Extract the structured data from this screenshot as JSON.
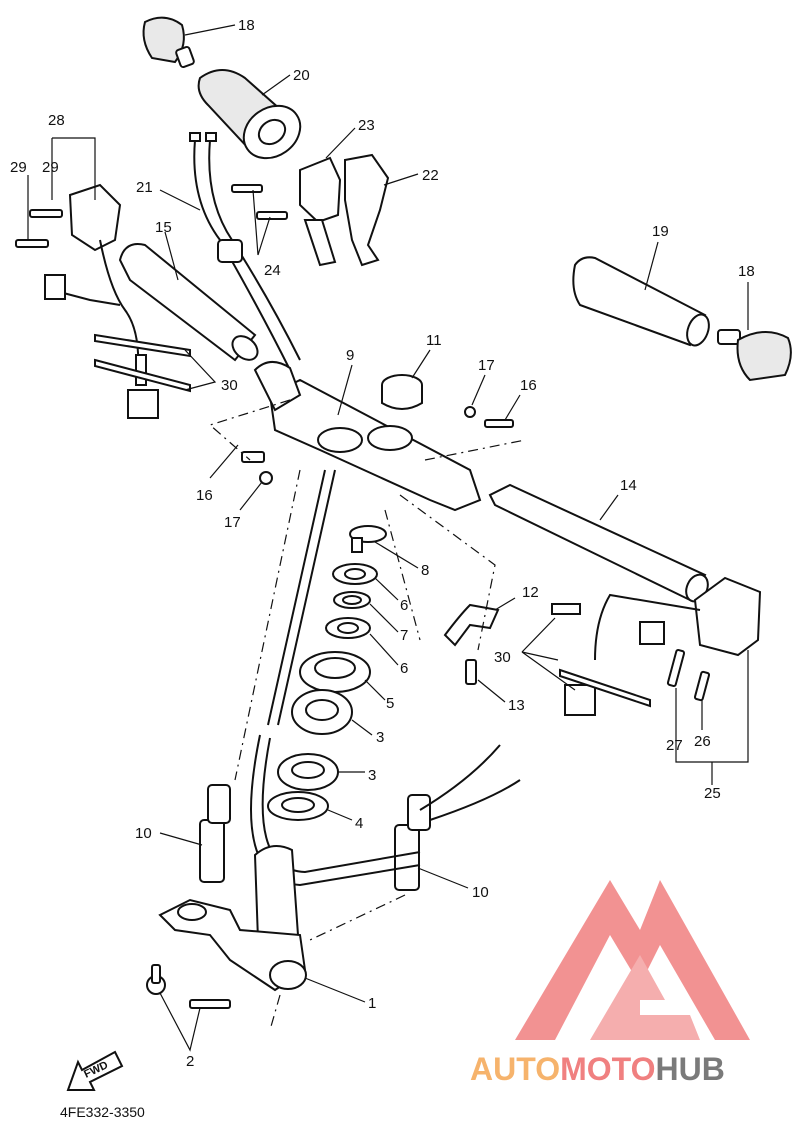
{
  "diagram_code": "4FE332-3350",
  "fwd_label": "FWD",
  "watermark": {
    "part1": "AUTO",
    "part2": "MOTO",
    "part3": "HUB",
    "color1": "#f6b36c",
    "color2": "#f08080",
    "color3": "#7a7a7a"
  },
  "labels": {
    "l1": "1",
    "l2": "2",
    "l3a": "3",
    "l3b": "3",
    "l4": "4",
    "l5": "5",
    "l6a": "6",
    "l6b": "6",
    "l7": "7",
    "l8": "8",
    "l9": "9",
    "l10a": "10",
    "l10b": "10",
    "l11": "11",
    "l12": "12",
    "l13": "13",
    "l14": "14",
    "l15": "15",
    "l16a": "16",
    "l16b": "16",
    "l17a": "17",
    "l17b": "17",
    "l18a": "18",
    "l18b": "18",
    "l19": "19",
    "l20": "20",
    "l21": "21",
    "l22": "22",
    "l23": "23",
    "l24": "24",
    "l25": "25",
    "l26": "26",
    "l27": "27",
    "l28": "28",
    "l29a": "29",
    "l29b": "29",
    "l30a": "30",
    "l30b": "30"
  }
}
